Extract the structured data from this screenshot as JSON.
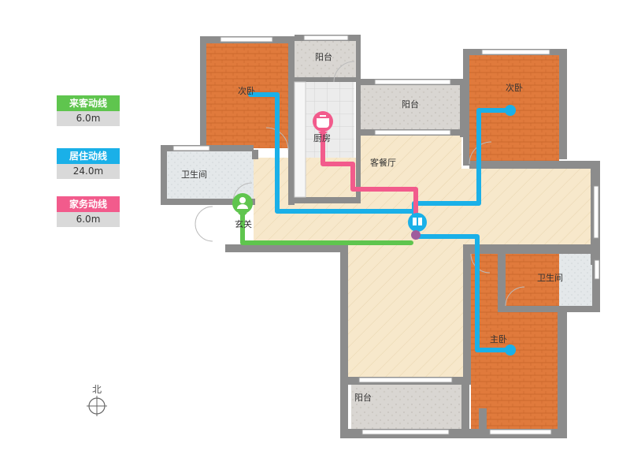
{
  "legend": [
    {
      "label": "来客动线",
      "value": "6.0m",
      "color": "#5fc54e"
    },
    {
      "label": "居住动线",
      "value": "24.0m",
      "color": "#1ab0e8"
    },
    {
      "label": "家务动线",
      "value": "6.0m",
      "color": "#f25b8c"
    }
  ],
  "rooms": {
    "bedroom_nw": "次卧",
    "balcony_top": "阳台",
    "balcony_mid": "阳台",
    "bedroom_ne": "次卧",
    "kitchen": "厨房",
    "living_dining": "客餐厅",
    "bath_west": "卫生间",
    "entry": "玄关",
    "bath_east": "卫生间",
    "master": "主卧",
    "balcony_bottom": "阳台"
  },
  "compass": "北",
  "colors": {
    "guest": "#5fc54e",
    "living": "#1ab0e8",
    "chores": "#f25b8c",
    "wall": "#8c8c8c",
    "wood": "#e07a3c",
    "floor": "#f5e6c8"
  }
}
